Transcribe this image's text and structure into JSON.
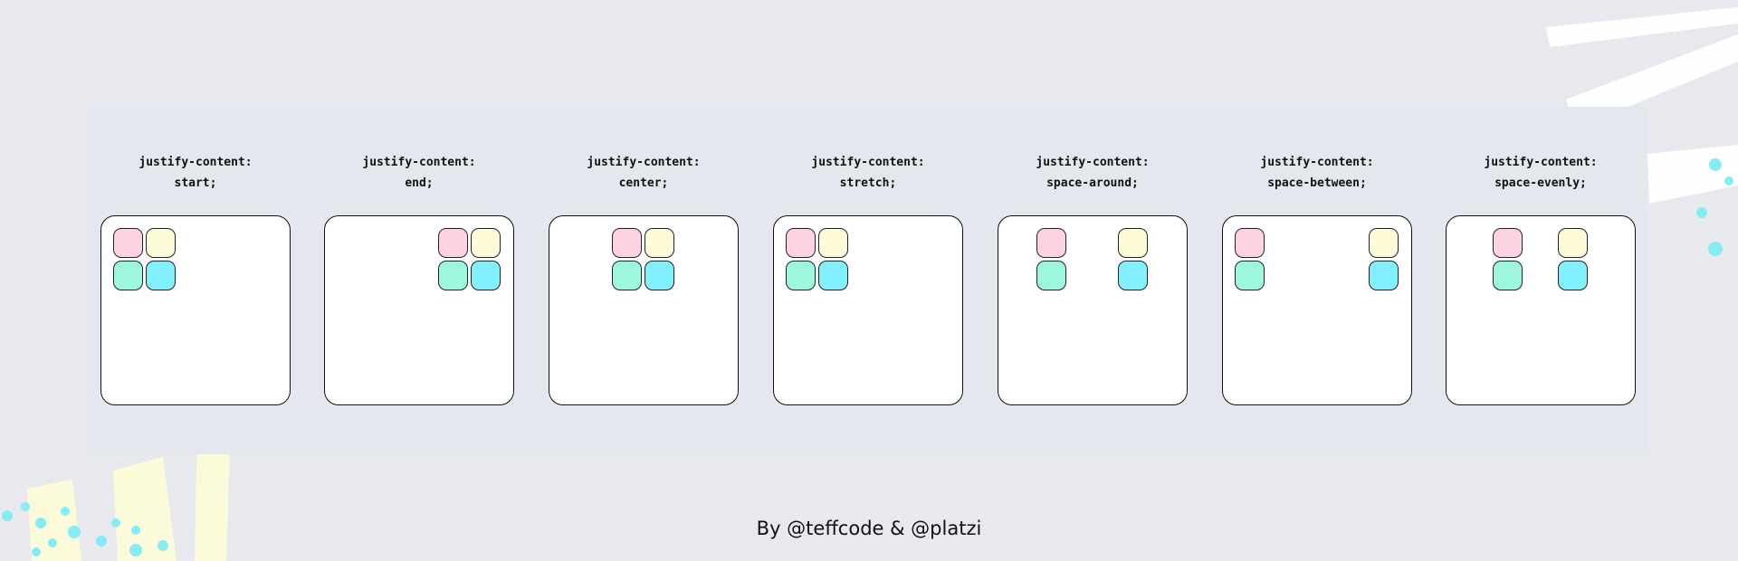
{
  "items": [
    {
      "line1": "justify-content:",
      "line2": "start;"
    },
    {
      "line1": "justify-content:",
      "line2": "end;"
    },
    {
      "line1": "justify-content:",
      "line2": "center;"
    },
    {
      "line1": "justify-content:",
      "line2": "stretch;"
    },
    {
      "line1": "justify-content:",
      "line2": "space-around;"
    },
    {
      "line1": "justify-content:",
      "line2": "space-between;"
    },
    {
      "line1": "justify-content:",
      "line2": "space-evenly;"
    }
  ],
  "cell_colors": [
    "#fdd3e3",
    "#fefbd8",
    "#9df6de",
    "#82f1fd"
  ],
  "footer": "By @teffcode & @platzi"
}
